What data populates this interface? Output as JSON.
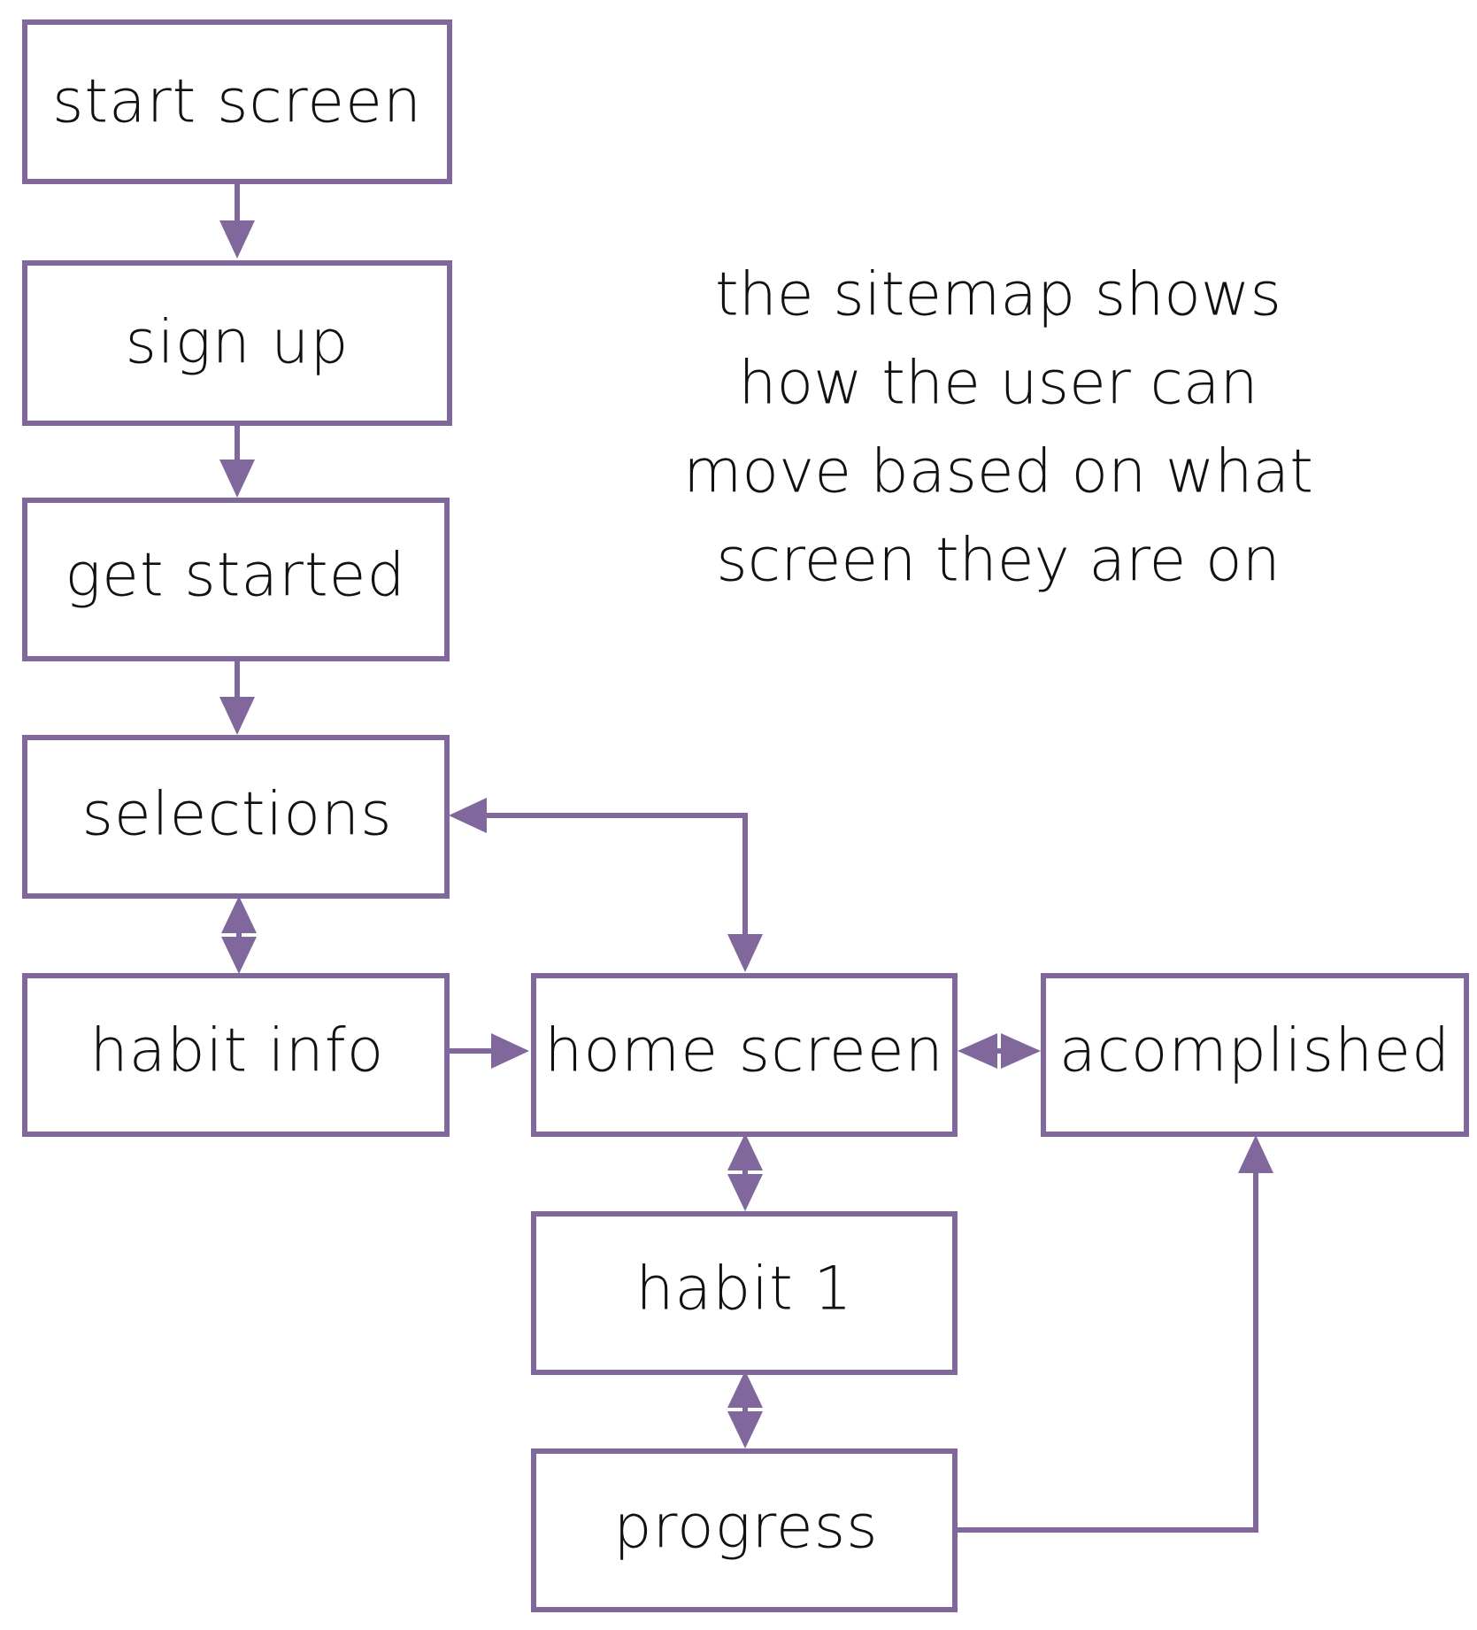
{
  "colors": {
    "accent": "#80679c",
    "text": "#111111",
    "background": "#ffffff"
  },
  "nodes": {
    "start_screen": "start screen",
    "sign_up": "sign up",
    "get_started": "get started",
    "selections": "selections",
    "habit_info": "habit info",
    "home_screen": "home screen",
    "acomplished": "acomplished",
    "habit_1": "habit 1",
    "progress": "progress"
  },
  "note": {
    "lines": [
      "the sitemap shows",
      "how the user can",
      "move based on what",
      "screen they are on"
    ]
  },
  "connections": [
    {
      "from": "start screen",
      "to": "sign up",
      "direction": "one-way"
    },
    {
      "from": "sign up",
      "to": "get started",
      "direction": "one-way"
    },
    {
      "from": "get started",
      "to": "selections",
      "direction": "one-way"
    },
    {
      "from": "selections",
      "to": "habit info",
      "direction": "two-way"
    },
    {
      "from": "selections",
      "to": "home screen",
      "direction": "two-way"
    },
    {
      "from": "habit info",
      "to": "home screen",
      "direction": "one-way"
    },
    {
      "from": "home screen",
      "to": "acomplished",
      "direction": "two-way"
    },
    {
      "from": "home screen",
      "to": "habit 1",
      "direction": "two-way"
    },
    {
      "from": "habit 1",
      "to": "progress",
      "direction": "two-way"
    },
    {
      "from": "progress",
      "to": "acomplished",
      "direction": "one-way"
    }
  ]
}
